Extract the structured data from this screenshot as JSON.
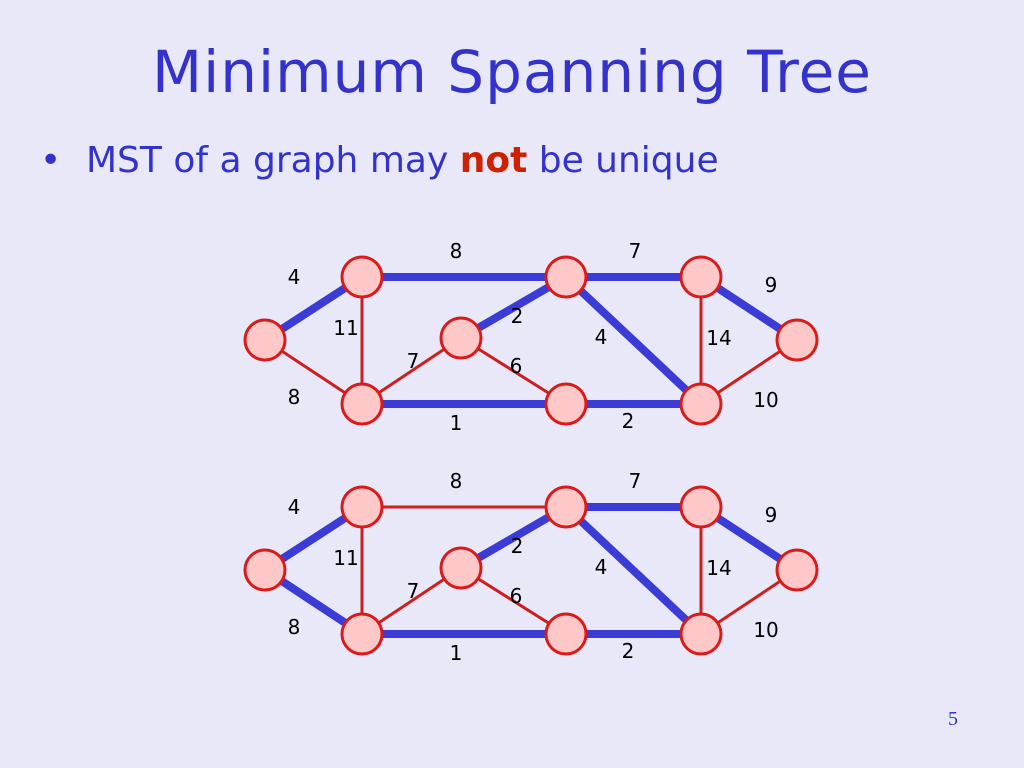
{
  "slide": {
    "title": "Minimum Spanning Tree",
    "bullet_marker": "•",
    "bullet_text_before": "MST of a graph may ",
    "bullet_highlight": "not",
    "bullet_text_after": " be unique",
    "page_number": "5"
  },
  "colors": {
    "background": "#e8e8f8",
    "title": "#3333cc",
    "highlight": "#cc2200",
    "mst_edge": "#3b3bd6",
    "non_mst_edge": "#cc1f1f",
    "node_fill": "#ffc8c8",
    "node_stroke": "#d81b1b"
  },
  "graphs": [
    {
      "edges": [
        {
          "from": "a",
          "to": "b",
          "weight": "4",
          "in_mst": true
        },
        {
          "from": "a",
          "to": "h",
          "weight": "8",
          "in_mst": false
        },
        {
          "from": "b",
          "to": "h",
          "weight": "11",
          "in_mst": false
        },
        {
          "from": "b",
          "to": "c",
          "weight": "8",
          "in_mst": true
        },
        {
          "from": "h",
          "to": "i",
          "weight": "7",
          "in_mst": false
        },
        {
          "from": "h",
          "to": "g",
          "weight": "1",
          "in_mst": true
        },
        {
          "from": "i",
          "to": "c",
          "weight": "2",
          "in_mst": true
        },
        {
          "from": "i",
          "to": "g",
          "weight": "6",
          "in_mst": false
        },
        {
          "from": "c",
          "to": "d",
          "weight": "7",
          "in_mst": true
        },
        {
          "from": "c",
          "to": "f",
          "weight": "4",
          "in_mst": true
        },
        {
          "from": "g",
          "to": "f",
          "weight": "2",
          "in_mst": true
        },
        {
          "from": "d",
          "to": "f",
          "weight": "14",
          "in_mst": false
        },
        {
          "from": "d",
          "to": "e",
          "weight": "9",
          "in_mst": true
        },
        {
          "from": "f",
          "to": "e",
          "weight": "10",
          "in_mst": false
        }
      ]
    },
    {
      "edges": [
        {
          "from": "a",
          "to": "b",
          "weight": "4",
          "in_mst": true
        },
        {
          "from": "a",
          "to": "h",
          "weight": "8",
          "in_mst": true
        },
        {
          "from": "b",
          "to": "h",
          "weight": "11",
          "in_mst": false
        },
        {
          "from": "b",
          "to": "c",
          "weight": "8",
          "in_mst": false
        },
        {
          "from": "h",
          "to": "i",
          "weight": "7",
          "in_mst": false
        },
        {
          "from": "h",
          "to": "g",
          "weight": "1",
          "in_mst": true
        },
        {
          "from": "i",
          "to": "c",
          "weight": "2",
          "in_mst": true
        },
        {
          "from": "i",
          "to": "g",
          "weight": "6",
          "in_mst": false
        },
        {
          "from": "c",
          "to": "d",
          "weight": "7",
          "in_mst": true
        },
        {
          "from": "c",
          "to": "f",
          "weight": "4",
          "in_mst": true
        },
        {
          "from": "g",
          "to": "f",
          "weight": "2",
          "in_mst": true
        },
        {
          "from": "d",
          "to": "f",
          "weight": "14",
          "in_mst": false
        },
        {
          "from": "d",
          "to": "e",
          "weight": "9",
          "in_mst": true
        },
        {
          "from": "f",
          "to": "e",
          "weight": "10",
          "in_mst": false
        }
      ]
    }
  ]
}
